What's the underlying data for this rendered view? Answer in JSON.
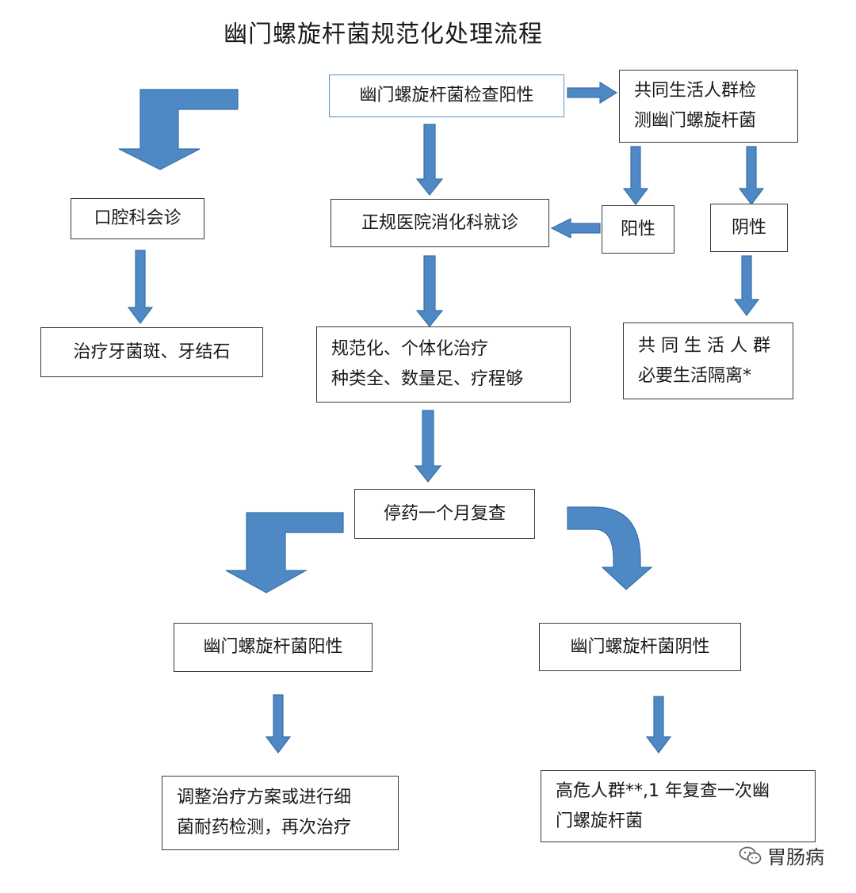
{
  "title": "幽门螺旋杆菌规范化处理流程",
  "nodes": {
    "start": "幽门螺旋杆菌检查阳性",
    "family_test": [
      "共同生活人群检",
      "测幽门螺旋杆菌"
    ],
    "oral_consult": "口腔科会诊",
    "hospital_visit": "正规医院消化科就诊",
    "positive": "阳性",
    "negative": "阴性",
    "dental_treatment": "治疗牙菌斑、牙结石",
    "standard_treatment": [
      "规范化、个体化治疗",
      "种类全、数量足、疗程够"
    ],
    "family_isolation": [
      "共 同 生 活 人 群",
      "必要生活隔离*"
    ],
    "recheck": "停药一个月复查",
    "hp_positive": "幽门螺旋杆菌阳性",
    "hp_negative": "幽门螺旋杆菌阴性",
    "adjust_treatment": [
      "调整治疗方案或进行细",
      "菌耐药检测，再次治疗"
    ],
    "high_risk": [
      "高危人群**,1 年复查一次幽",
      "门螺旋杆菌"
    ]
  },
  "watermark": {
    "label": "胃肠病",
    "icon": "wechat-icon"
  },
  "colors": {
    "arrow": "#4f89c5",
    "arrow_stroke": "#3a6fa6",
    "start_border": "#5b93c4"
  }
}
